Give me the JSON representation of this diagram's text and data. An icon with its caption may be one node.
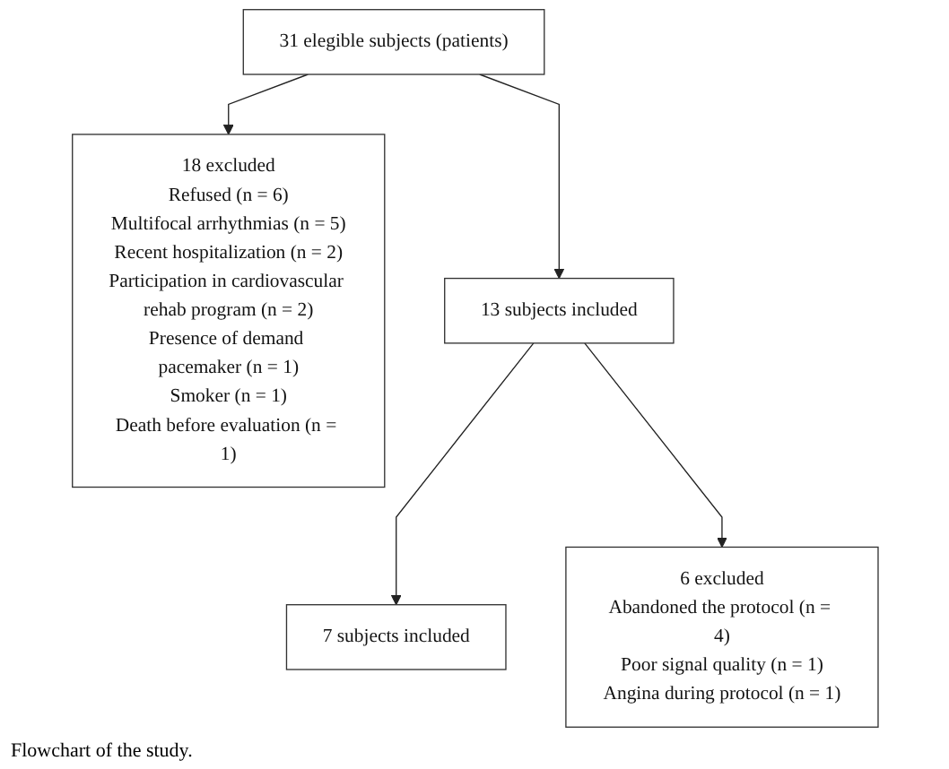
{
  "diagram": {
    "caption": "Flowchart of the study.",
    "nodes": [
      {
        "text": [
          "31 elegible subjects (patients)"
        ]
      },
      {
        "text": [
          "18 excluded",
          "Refused (n = 6)",
          "Multifocal arrhythmias (n = 5)",
          "Recent hospitalization (n = 2)",
          "Participation in cardiovascular rehab program (n = 2)",
          "Presence of demand pacemaker (n = 1)",
          "Smoker (n = 1)",
          "Death before evaluation (n = 1)"
        ]
      },
      {
        "text": [
          "13 subjects included"
        ]
      },
      {
        "text": [
          "6 excluded",
          "Abandoned the protocol (n = 4)",
          "Poor signal quality (n = 1)",
          "Angina during protocol (n = 1)"
        ]
      },
      {
        "text": [
          "7 subjects included"
        ]
      }
    ],
    "edges": [
      {
        "from": 0,
        "to": 2,
        "arrow": "to"
      },
      {
        "from": 0,
        "to": 1,
        "arrow": "to"
      },
      {
        "from": 2,
        "to": 4,
        "arrow": "to"
      },
      {
        "from": 2,
        "to": 3,
        "arrow": "to"
      }
    ]
  }
}
